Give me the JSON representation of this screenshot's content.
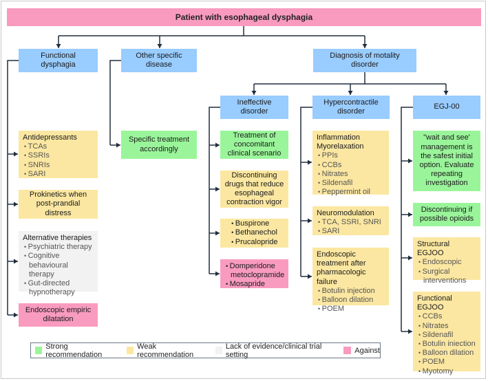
{
  "title": "Patient with esophageal dysphagia",
  "colors": {
    "category": "#99ccff",
    "strong": "#9af59a",
    "weak": "#fbe7a1",
    "lack": "#f2f2f2",
    "against": "#f99bbf",
    "connector": "#1f2d3d"
  },
  "nodes": [
    {
      "id": "functional",
      "category": "category",
      "title": "Functional dysphagia",
      "bullets": []
    },
    {
      "id": "other",
      "category": "category",
      "title": "Other specific disease",
      "bullets": []
    },
    {
      "id": "diagnosis",
      "category": "category",
      "title": "Diagnosis of motality disorder",
      "bullets": []
    },
    {
      "id": "ineffective",
      "category": "category",
      "title": "Ineffective disorder",
      "bullets": []
    },
    {
      "id": "hyper",
      "category": "category",
      "title": "Hypercontractile disorder",
      "bullets": []
    },
    {
      "id": "egj",
      "category": "category",
      "title": "EGJ-00",
      "bullets": []
    },
    {
      "id": "antidep",
      "category": "weak",
      "title": "Antidepressants",
      "bullets": [
        "TCAs",
        "SSRIs",
        "SNRIs",
        "SARI"
      ]
    },
    {
      "id": "prokin",
      "category": "weak",
      "title": "Prokinetics when post-prandial distress",
      "bullets": []
    },
    {
      "id": "alt",
      "category": "lack",
      "title": "Alternative therapies",
      "bullets": [
        "Psychiatric therapy",
        "Cognitive behavioural therapy",
        "Gut-directed hypnotherapy"
      ]
    },
    {
      "id": "endodil",
      "category": "against",
      "title": "Endoscopic empiric dilatation",
      "bullets": []
    },
    {
      "id": "specific",
      "category": "strong",
      "title": "Specific treatment accordingly",
      "bullets": []
    },
    {
      "id": "concom",
      "category": "strong",
      "title": "Treatment of concomitant clinical scenario",
      "bullets": []
    },
    {
      "id": "discdrugs",
      "category": "weak",
      "title": "Discontinuing drugs that reduce esophageal contraction vigor",
      "bullets": []
    },
    {
      "id": "buspirone",
      "category": "weak",
      "title": "",
      "bullets": [
        "Buspirone",
        "Bethanechol",
        "Prucalopride"
      ]
    },
    {
      "id": "domperidone",
      "category": "against",
      "title": "",
      "bullets": [
        "Domperidone metoclopramide",
        "Mosapride"
      ]
    },
    {
      "id": "inflam",
      "category": "weak",
      "title": "Inflammation Myorelaxation",
      "bullets": [
        "PPIs",
        "CCBs",
        "Nitrates",
        "Sildenafil",
        "Peppermint oil"
      ]
    },
    {
      "id": "neuro",
      "category": "weak",
      "title": "Neuromodulation",
      "bullets": [
        "TCA, SSRI, SNRI",
        "SARI"
      ]
    },
    {
      "id": "endotx",
      "category": "weak",
      "title": "Endoscopic treatment after pharmacologic failure",
      "bullets": [
        "Botulin injection",
        "Balloon dilation",
        "POEM"
      ]
    },
    {
      "id": "wait",
      "category": "strong",
      "title": "\"wait and see' management is the safest initial option. Evaluate repeating investigation",
      "bullets": []
    },
    {
      "id": "opioids",
      "category": "strong",
      "title": "Discontinuing if possible opioids",
      "bullets": []
    },
    {
      "id": "structural",
      "category": "weak",
      "title": "Structural EGJOO",
      "bullets": [
        "Endoscopic",
        "Surgical interventions"
      ]
    },
    {
      "id": "funcegj",
      "category": "weak",
      "title": "Functional EGJOO",
      "bullets": [
        "CCBs",
        "Nitrates",
        "Sildenafil",
        "Botulin iniection",
        "Balloon dilation",
        "POEM",
        "Myotomy"
      ]
    }
  ],
  "legend": [
    {
      "category": "strong",
      "label": "Strong recommendation"
    },
    {
      "category": "weak",
      "label": "Weak recommendation"
    },
    {
      "category": "lack",
      "label": "Lack of evidence/clinical trial setting"
    },
    {
      "category": "against",
      "label": "Against"
    }
  ]
}
